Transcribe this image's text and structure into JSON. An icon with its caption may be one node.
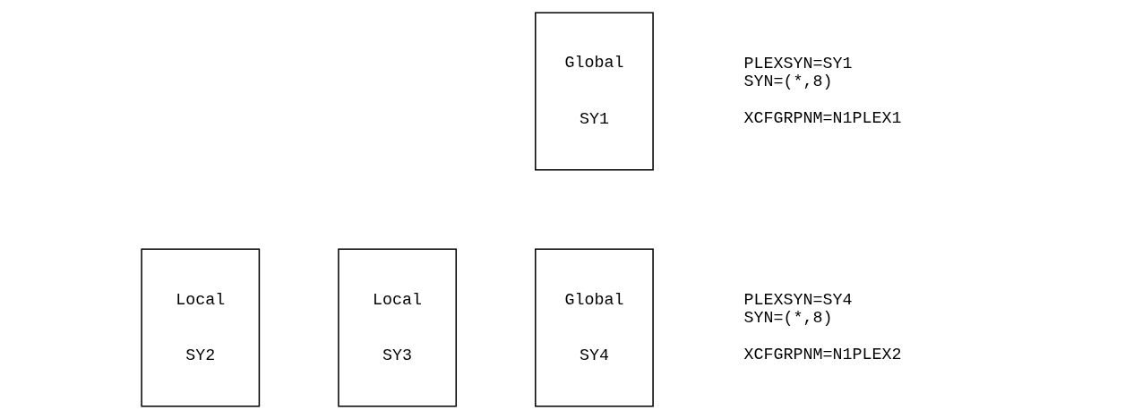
{
  "diagram": {
    "nodes": [
      {
        "text": [
          "Global",
          "SY1"
        ],
        "beside": [
          "PLEXSYN=SY1 SYN=(*,8)",
          "XCFGRPNM=N1PLEX1"
        ]
      },
      {
        "text": [
          "Local",
          "SY2"
        ]
      },
      {
        "text": [
          "Local",
          "SY3"
        ]
      },
      {
        "text": [
          "Global",
          "SY4"
        ],
        "beside": [
          "PLEXSYN=SY4 SYN=(*,8)",
          "XCFGRPNM=N1PLEX2"
        ]
      }
    ],
    "edges": []
  }
}
